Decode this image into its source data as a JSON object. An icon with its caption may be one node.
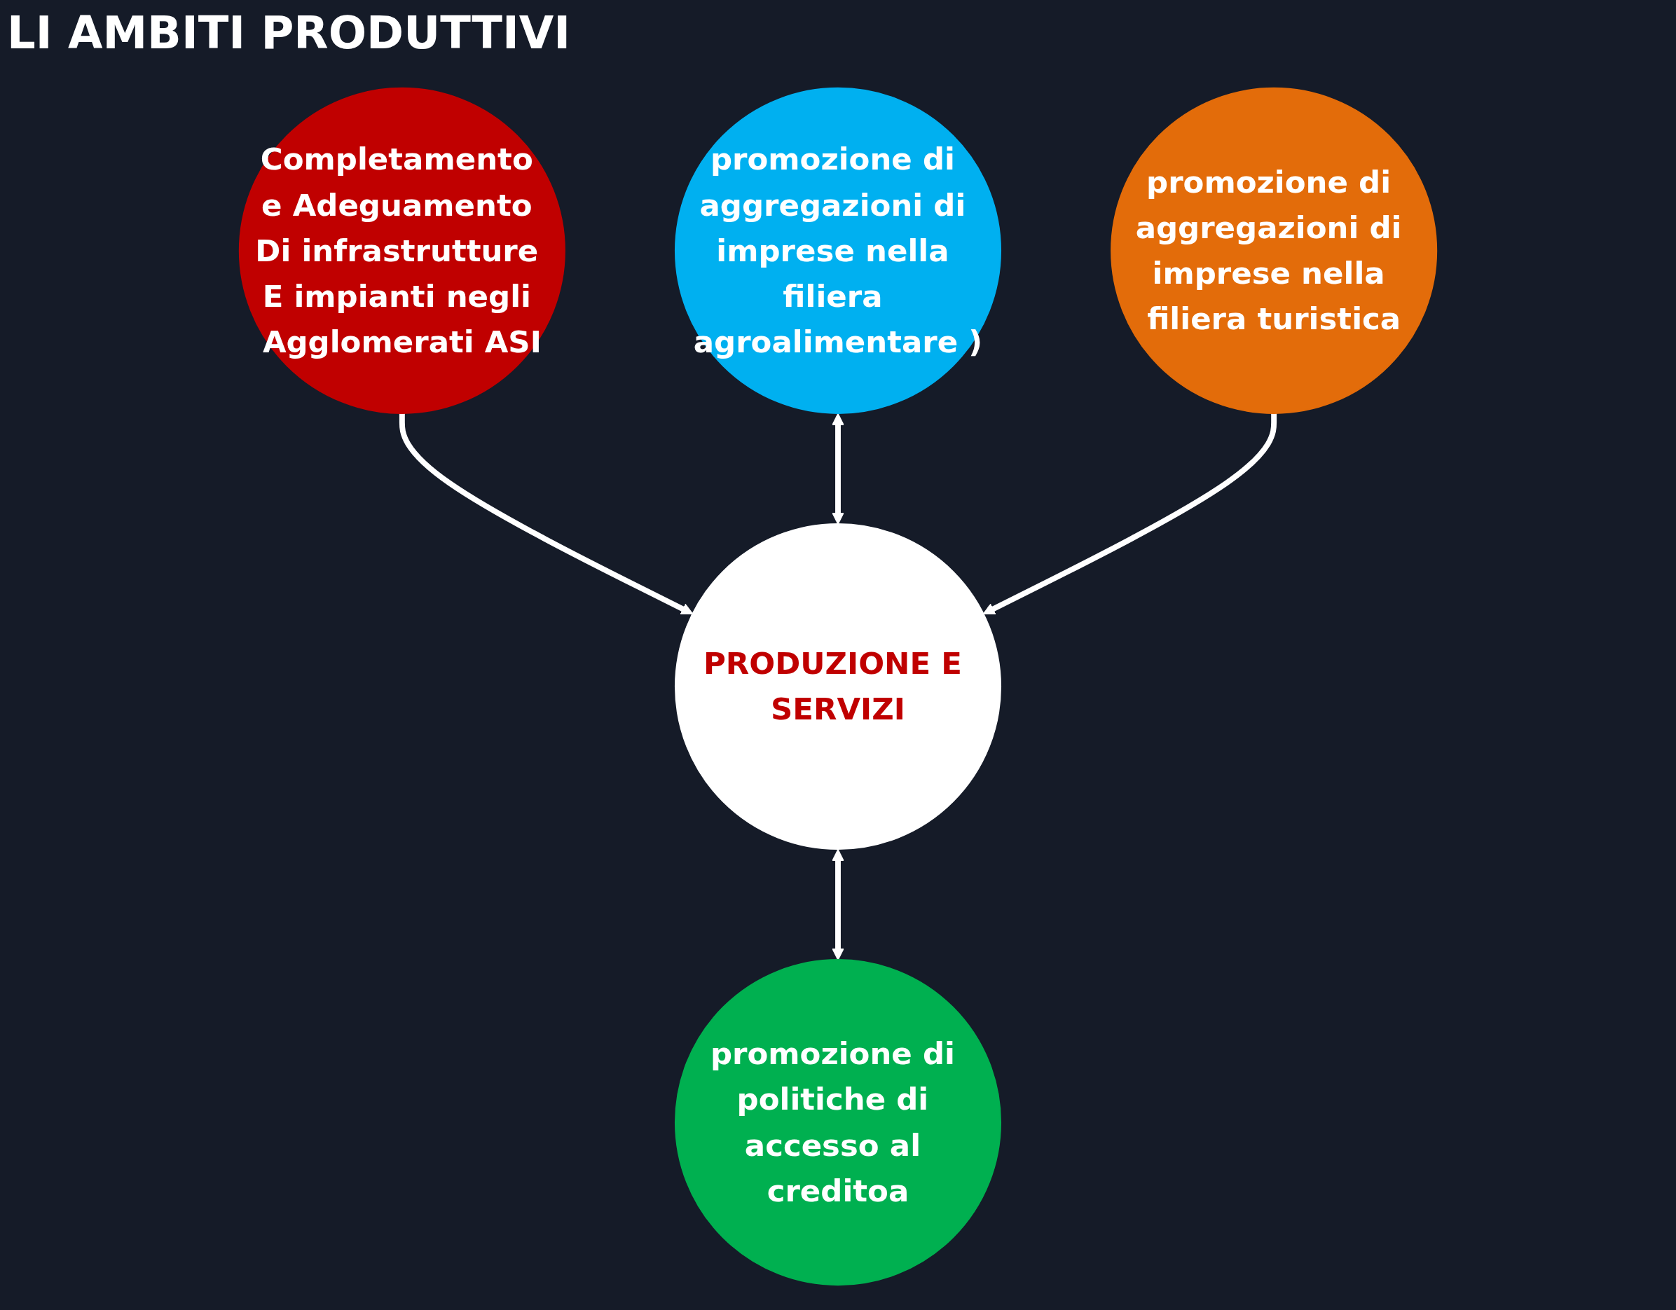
{
  "diagram": {
    "title": "LI AMBITI PRODUTTIVI",
    "nodes": [
      {
        "text": [
          "Completamento e Adeguamento Di infrastrutture E impianti negli Agglomerati ASI"
        ]
      },
      {
        "text": [
          "promozione di aggregazioni di imprese nella filiera agroalimentare )"
        ]
      },
      {
        "text": [
          "PRODUZIONE E SERVIZI"
        ]
      },
      {
        "text": [
          "promozione di politiche di accesso al creditoa"
        ]
      },
      {
        "text": [
          "promozione di aggregazioni di imprese nella filiera turistica"
        ]
      }
    ],
    "edges": [
      {
        "from": 0,
        "to": 2,
        "arrow": "to"
      },
      {
        "from": 1,
        "to": 2,
        "arrow": "both"
      },
      {
        "from": 2,
        "to": 3,
        "arrow": "both"
      },
      {
        "from": 4,
        "to": 2,
        "arrow": "to"
      }
    ]
  }
}
